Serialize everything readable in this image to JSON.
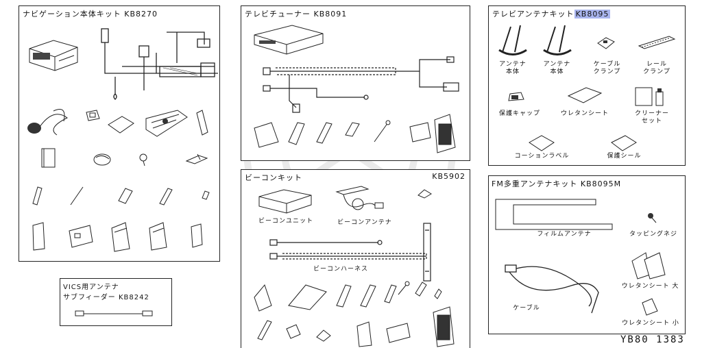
{
  "kits": {
    "navi": {
      "title": "ナビゲーション本体キット KB8270"
    },
    "tv_tuner": {
      "title": "テレビチューナー KB8091"
    },
    "tv_antenna": {
      "title_prefix": "テレビアンテナキット",
      "title_code": "KB8095",
      "labels": {
        "antenna1": "アンテナ\n本体",
        "antenna2": "アンテナ\n本体",
        "cable_clamp": "ケーブル\nクランプ",
        "rail_clamp": "レール\nクランプ",
        "cap": "保護キャップ",
        "urethane": "ウレタンシート",
        "cleaner": "クリーナー\nセット",
        "coating_label": "コーションラベル",
        "protect_seal": "保護シール"
      }
    },
    "beacon": {
      "title": "ビーコンキット",
      "code": "KB5902",
      "labels": {
        "unit": "ビーコンユニット",
        "antenna": "ビーコンアンテナ",
        "harness": "ビーコンハーネス"
      }
    },
    "fm_antenna": {
      "title": "FM多重アンテナキット KB8095M",
      "labels": {
        "film_antenna": "フィルムアンテナ",
        "tapping_screw": "タッピングネジ",
        "urethane_large": "ウレタンシート 大",
        "cable": "ケーブル",
        "urethane_small": "ウレタンシート 小"
      }
    },
    "vics": {
      "title_line1": "VICS用アンテナ",
      "title_line2": "サブフィーダー KB8242"
    }
  },
  "footer_code": "YB80 1383",
  "colors": {
    "line": "#222222",
    "highlight": "#a9b5ee"
  }
}
